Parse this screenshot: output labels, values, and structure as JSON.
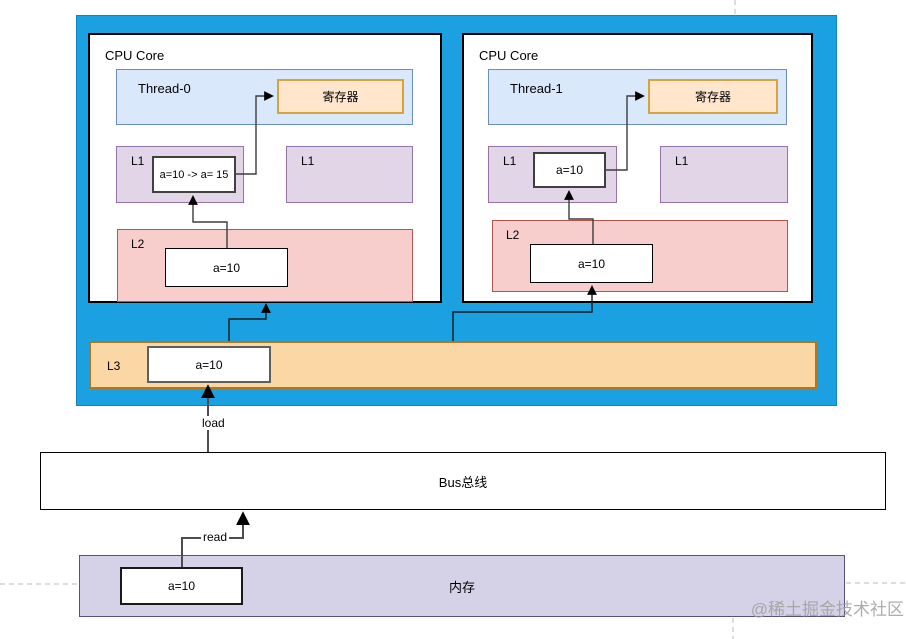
{
  "diagram": {
    "cores": [
      {
        "title": "CPU Core",
        "thread_label": "Thread-0",
        "register_label": "寄存器",
        "l1_label": "L1",
        "l1_value": "a=10 -> a= 15",
        "l1b_label": "L1",
        "l2_label": "L2",
        "l2_value": "a=10"
      },
      {
        "title": "CPU Core",
        "thread_label": "Thread-1",
        "register_label": "寄存器",
        "l1_label": "L1",
        "l1_value": "a=10",
        "l1b_label": "L1",
        "l2_label": "L2",
        "l2_value": "a=10"
      }
    ],
    "l3": {
      "label": "L3",
      "value": "a=10"
    },
    "bus": {
      "label": "Bus总线"
    },
    "memory": {
      "label": "内存",
      "value": "a=10"
    },
    "edges": {
      "load_label": "load",
      "read_label": "read"
    },
    "watermark": "@稀土掘金技术社区",
    "colors": {
      "chip_blue": "#1ba1e2",
      "thread_fill": "#dae8fc",
      "thread_border": "#6c8ebf",
      "register_fill": "#ffe6cc",
      "register_border": "#d6a33c",
      "l1_fill": "#e1d5e7",
      "l1_border": "#9673a6",
      "l2_fill": "#f8cecc",
      "l2_border": "#b85450",
      "l3_fill": "#fad7a4",
      "l3_border": "#b57617",
      "memory_fill": "#d5d2e8",
      "memory_border": "#56517e"
    }
  }
}
